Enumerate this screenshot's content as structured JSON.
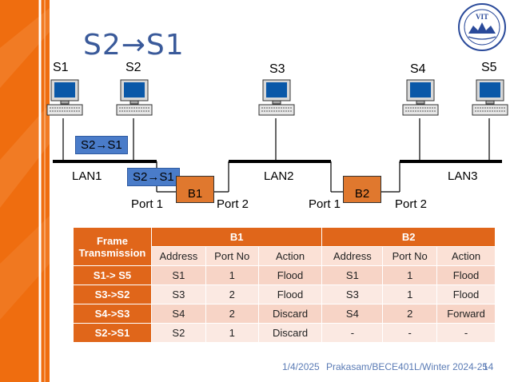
{
  "slide": {
    "title": "S2→S1",
    "footer_date": "1/4/2025",
    "footer_text": "Prakasam/BECE401L/Winter 2024-25",
    "page_number": "14",
    "logo_text": "VIT"
  },
  "network": {
    "hosts": [
      "S1",
      "S2",
      "S3",
      "S4",
      "S5"
    ],
    "lans": [
      "LAN1",
      "LAN2",
      "LAN3"
    ],
    "bridges": [
      "B1",
      "B2"
    ],
    "ports": [
      "Port 1",
      "Port 2",
      "Port 1",
      "Port 2"
    ],
    "frame_tags": [
      "S2→S1",
      "S2→S1"
    ]
  },
  "table": {
    "corner": "Frame Transmission",
    "groups": [
      "B1",
      "B2"
    ],
    "subheaders": [
      "Address",
      "Port No",
      "Action",
      "Address",
      "Port No",
      "Action"
    ],
    "rows": [
      {
        "label": "S1-> S5",
        "cells": [
          "S1",
          "1",
          "Flood",
          "S1",
          "1",
          "Flood"
        ]
      },
      {
        "label": "S3->S2",
        "cells": [
          "S3",
          "2",
          "Flood",
          "S3",
          "1",
          "Flood"
        ]
      },
      {
        "label": "S4->S3",
        "cells": [
          "S4",
          "2",
          "Discard",
          "S4",
          "2",
          "Forward"
        ]
      },
      {
        "label": "S2->S1",
        "cells": [
          "S2",
          "1",
          "Discard",
          "-",
          "-",
          "-"
        ]
      }
    ]
  },
  "colors": {
    "sidebar": "#ef6d0f",
    "title": "#3a5a9a",
    "table_header": "#e0661a",
    "frame_tag": "#4a7cc9",
    "bridge": "#e0782e"
  },
  "icons": {
    "pc": "desktop-computer-icon",
    "logo": "vit-university-seal"
  }
}
